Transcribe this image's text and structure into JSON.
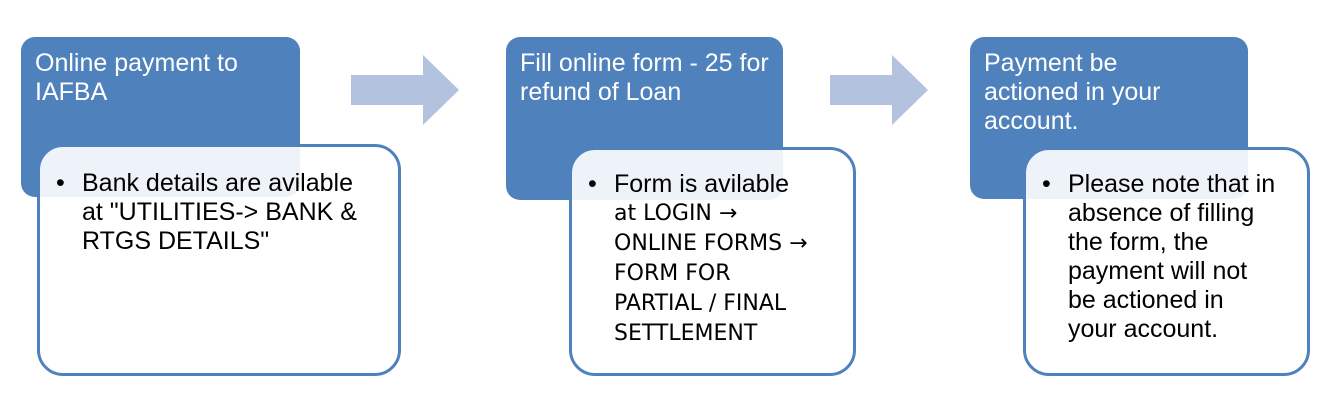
{
  "steps": [
    {
      "title": "Online payment to IAFBA",
      "bullet": "•",
      "detail": "Bank details are avilable at \"UTILITIES-> BANK & RTGS DETAILS\""
    },
    {
      "title": "Fill online form - 25 for refund of Loan",
      "bullet": "•",
      "detail_lead": "Form is avilable",
      "detail_path_1": "at LOGIN →",
      "detail_path_2": "ONLINE FORMS →",
      "detail_path_3": "FORM FOR",
      "detail_path_4": "PARTIAL / FINAL",
      "detail_path_5": "SETTLEMENT"
    },
    {
      "title": "Payment be actioned in your account.",
      "bullet": "•",
      "detail": "Please note that in absence of filling the form, the payment will not be actioned in your account."
    }
  ],
  "colors": {
    "header_fill": "#4f81bd",
    "arrow_fill": "#b3c2de",
    "border": "#4f81bd"
  }
}
